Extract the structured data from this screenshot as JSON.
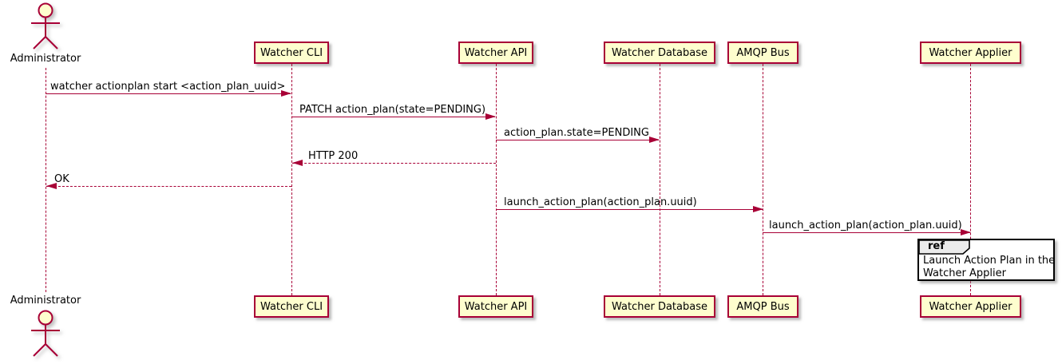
{
  "diagram": {
    "kind": "uml-sequence-diagram",
    "colors": {
      "background": "#FFFFFF",
      "lifeline_and_arrow": "#A80036",
      "participant_fill": "#FEFECE",
      "participant_border": "#A80036",
      "text": "#000000",
      "ref_border": "#000000",
      "ref_tab_fill": "#EBEBEB"
    },
    "actor": {
      "name": "Administrator"
    },
    "participants": [
      {
        "name": "Watcher CLI"
      },
      {
        "name": "Watcher API"
      },
      {
        "name": "Watcher Database"
      },
      {
        "name": "AMQP Bus"
      },
      {
        "name": "Watcher Applier"
      }
    ],
    "messages": [
      {
        "label": "watcher actionplan start <action_plan_uuid>",
        "from": "Administrator",
        "to": "Watcher CLI",
        "style": "solid"
      },
      {
        "label": "PATCH action_plan(state=PENDING)",
        "from": "Watcher CLI",
        "to": "Watcher API",
        "style": "solid"
      },
      {
        "label": "action_plan.state=PENDING",
        "from": "Watcher API",
        "to": "Watcher Database",
        "style": "solid"
      },
      {
        "label": "HTTP 200",
        "from": "Watcher API",
        "to": "Watcher CLI",
        "style": "dashed"
      },
      {
        "label": "OK",
        "from": "Watcher CLI",
        "to": "Administrator",
        "style": "dashed"
      },
      {
        "label": "launch_action_plan(action_plan.uuid)",
        "from": "Watcher API",
        "to": "AMQP Bus",
        "style": "solid"
      },
      {
        "label": "launch_action_plan(action_plan.uuid)",
        "from": "AMQP Bus",
        "to": "Watcher Applier",
        "style": "solid"
      }
    ],
    "ref": {
      "keyword": "ref",
      "line1": "Launch Action Plan in the",
      "line2": "Watcher Applier"
    }
  }
}
